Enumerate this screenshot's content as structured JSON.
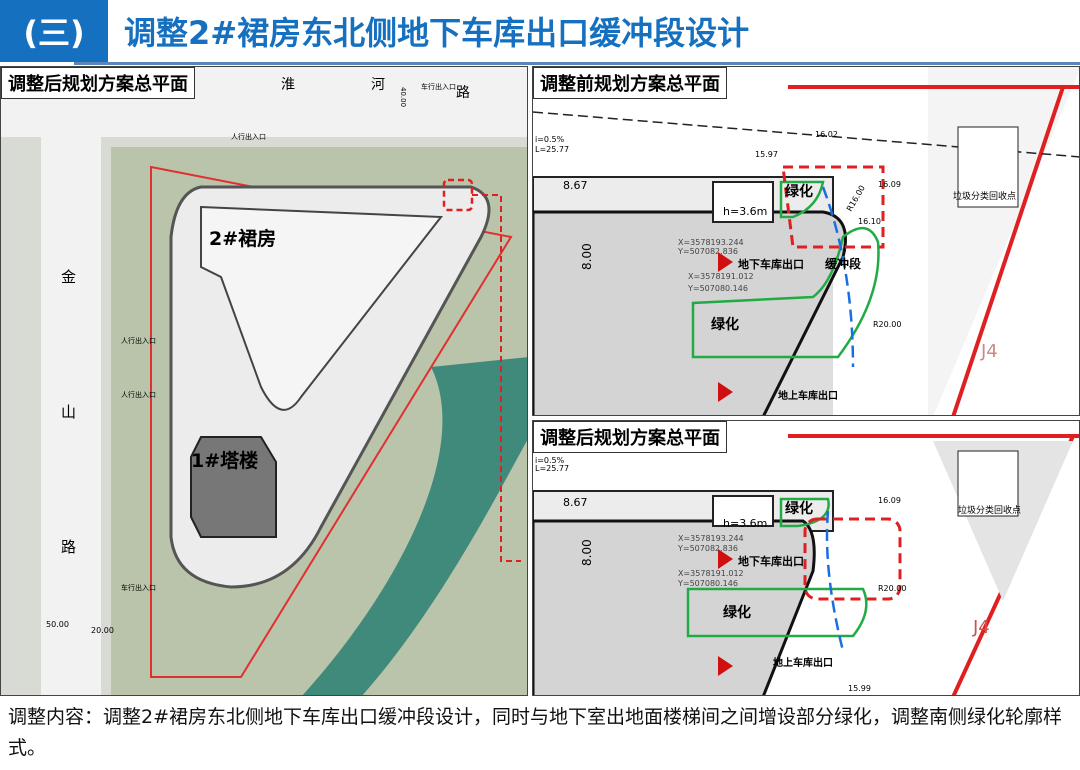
{
  "header": {
    "number": "(三)",
    "title": "调整2#裙房东北侧地下车库出口缓冲段设计"
  },
  "left_panel": {
    "label": "调整后规划方案总平面",
    "road_north": [
      "淮",
      "河",
      "路"
    ],
    "road_west": [
      "金",
      "山",
      "路"
    ],
    "building_podium": "2#裙房",
    "building_tower": "1#塔楼",
    "ped_entrance": "人行出入口",
    "vehicle_entrance": "车行出入口",
    "dims": [
      "40.00",
      "50.00",
      "20.00"
    ]
  },
  "right_top": {
    "label": "调整前规划方案总平面",
    "green1": "绿化",
    "green2": "绿化",
    "exit_label": "地下车库出口",
    "buffer_label": "缓冲段",
    "coord1": [
      "X=3578193.244",
      "Y=507082.836"
    ],
    "coord2": [
      "X=3578191.012",
      "Y=507080.146"
    ],
    "ground_exit": "地上车库出口",
    "garbage": "垃圾分类回收点",
    "zone": "J4",
    "dims": [
      "8.00",
      "8.67",
      "16.10",
      "16.09",
      "R16.00",
      "R20.00",
      "h=3.6m",
      "L=25.77",
      "i=0.5%",
      "16.02",
      "15.97"
    ]
  },
  "right_bottom": {
    "label": "调整后规划方案总平面",
    "green1": "绿化",
    "green2": "绿化",
    "exit_label": "地下车库出口",
    "coord1": [
      "X=3578193.244",
      "Y=507082.836"
    ],
    "coord2": [
      "X=3578191.012",
      "Y=507080.146"
    ],
    "ground_exit": "地上车库出口",
    "garbage": "垃圾分类回收点",
    "zone": "J4",
    "dims": [
      "8.00",
      "8.67",
      "16.09",
      "h=3.6m",
      "L=25.77",
      "i=0.5%",
      "15.99",
      "R20.00"
    ]
  },
  "footer": {
    "text": "调整内容：调整2#裙房东北侧地下车库出口缓冲段设计，同时与地下室出地面楼梯间之间增设部分绿化，调整南侧绿化轮廓样式。"
  },
  "colors": {
    "brand": "#1670c0",
    "red": "#e02020",
    "green": "#22aa44",
    "blue_dash": "#1a6fe0"
  }
}
